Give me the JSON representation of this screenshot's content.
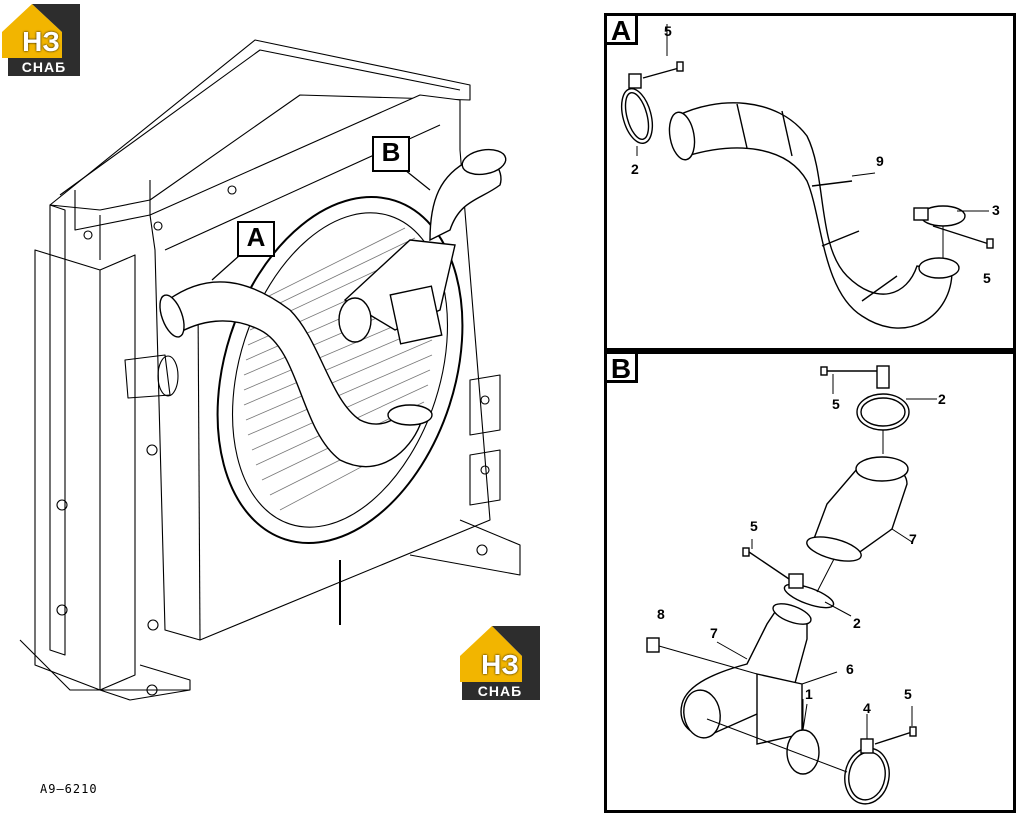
{
  "logo": {
    "mark": "НЗ",
    "brand": "СНАБ",
    "colors": {
      "gold": "#f2b500",
      "dark": "#2d2d2d"
    }
  },
  "main_view": {
    "callouts": [
      {
        "id": "A",
        "label": "A"
      },
      {
        "id": "B",
        "label": "B"
      }
    ],
    "figure_ref": "A9–6210"
  },
  "panel_a": {
    "letter": "A",
    "parts": [
      {
        "id": "a-5-top",
        "label": "5"
      },
      {
        "id": "a-2",
        "label": "2"
      },
      {
        "id": "a-9",
        "label": "9"
      },
      {
        "id": "a-3",
        "label": "3"
      },
      {
        "id": "a-5-right",
        "label": "5"
      }
    ]
  },
  "panel_b": {
    "letter": "B",
    "parts": [
      {
        "id": "b-5-top",
        "label": "5"
      },
      {
        "id": "b-2-top",
        "label": "2"
      },
      {
        "id": "b-7-upper",
        "label": "7"
      },
      {
        "id": "b-5-mid",
        "label": "5"
      },
      {
        "id": "b-2-mid",
        "label": "2"
      },
      {
        "id": "b-8",
        "label": "8"
      },
      {
        "id": "b-7-lower",
        "label": "7"
      },
      {
        "id": "b-6",
        "label": "6"
      },
      {
        "id": "b-1",
        "label": "1"
      },
      {
        "id": "b-4",
        "label": "4"
      },
      {
        "id": "b-5-bottom",
        "label": "5"
      }
    ]
  }
}
